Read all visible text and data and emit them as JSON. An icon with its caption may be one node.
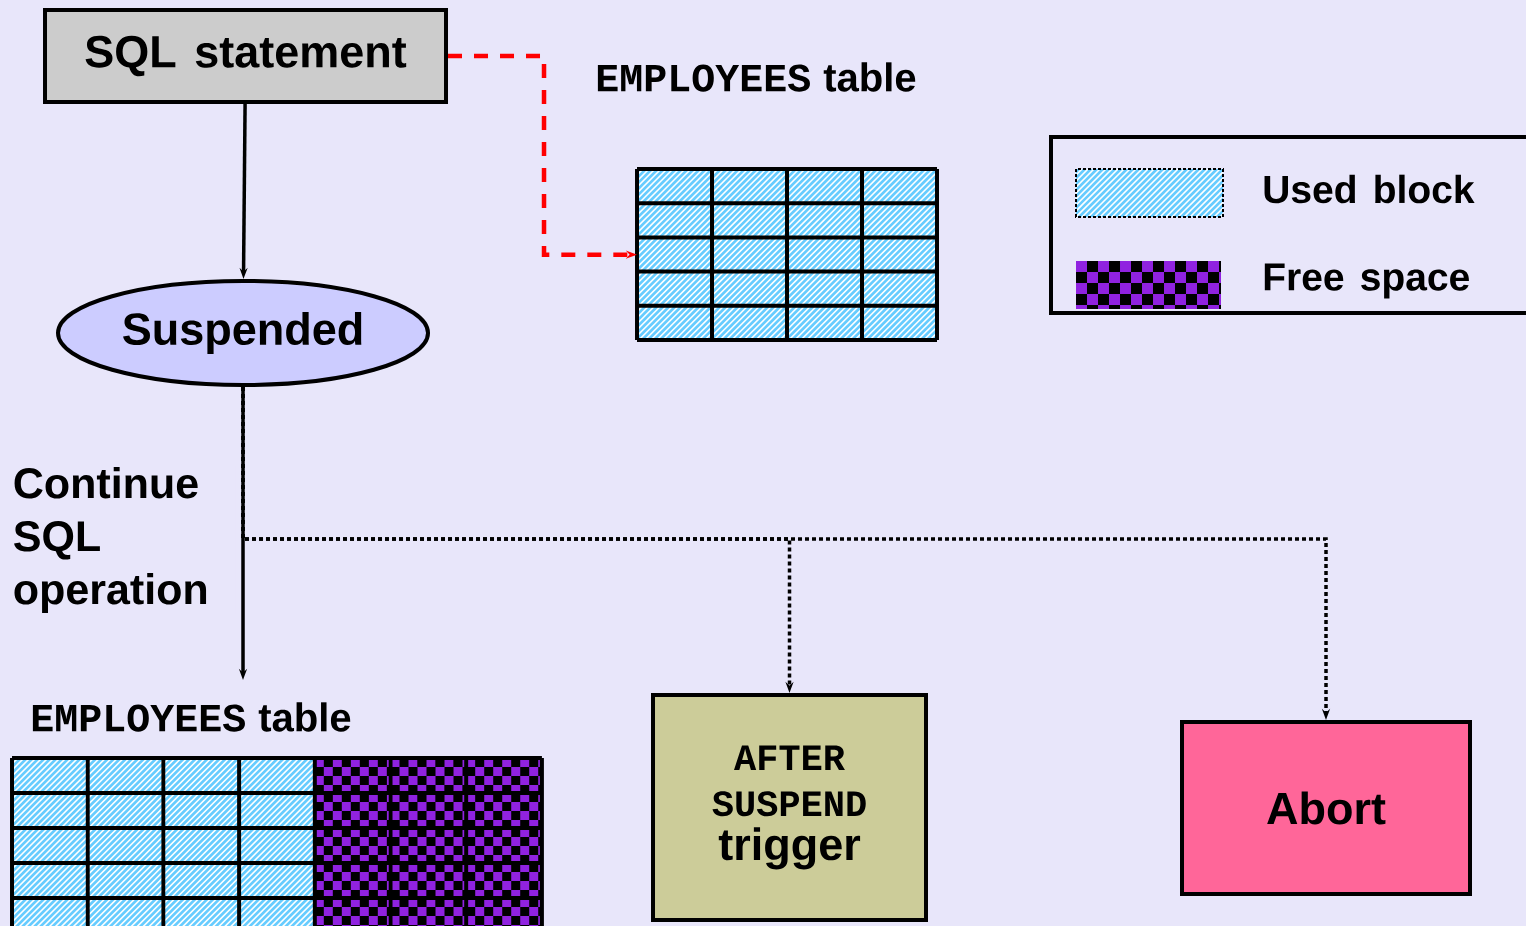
{
  "diagram": {
    "nodes": [
      {
        "text": [
          "SQL statement"
        ]
      },
      {
        "text": [
          "Suspended"
        ]
      },
      {
        "text": [
          "EMPLOYEES",
          "table"
        ]
      },
      {
        "text": [
          "EMPLOYEES",
          "table"
        ]
      },
      {
        "text": [
          "AFTER SUSPEND",
          "trigger"
        ]
      },
      {
        "text": [
          "Abort"
        ]
      }
    ],
    "edges": [
      {
        "from": 0,
        "to": 1,
        "arrow": "to"
      },
      {
        "from": 0,
        "to": 2,
        "arrow": "to",
        "style": "dashed",
        "color": "#ff0000"
      },
      {
        "from": 1,
        "to": 3,
        "arrow": "to",
        "label": "Continue SQL operation"
      },
      {
        "from": 1,
        "to": 4,
        "arrow": "to",
        "style": "dashed"
      },
      {
        "from": 1,
        "to": 5,
        "arrow": "to",
        "style": "dashed"
      }
    ],
    "legend": [
      {
        "text": "Used block"
      },
      {
        "text": "Free space"
      }
    ]
  }
}
